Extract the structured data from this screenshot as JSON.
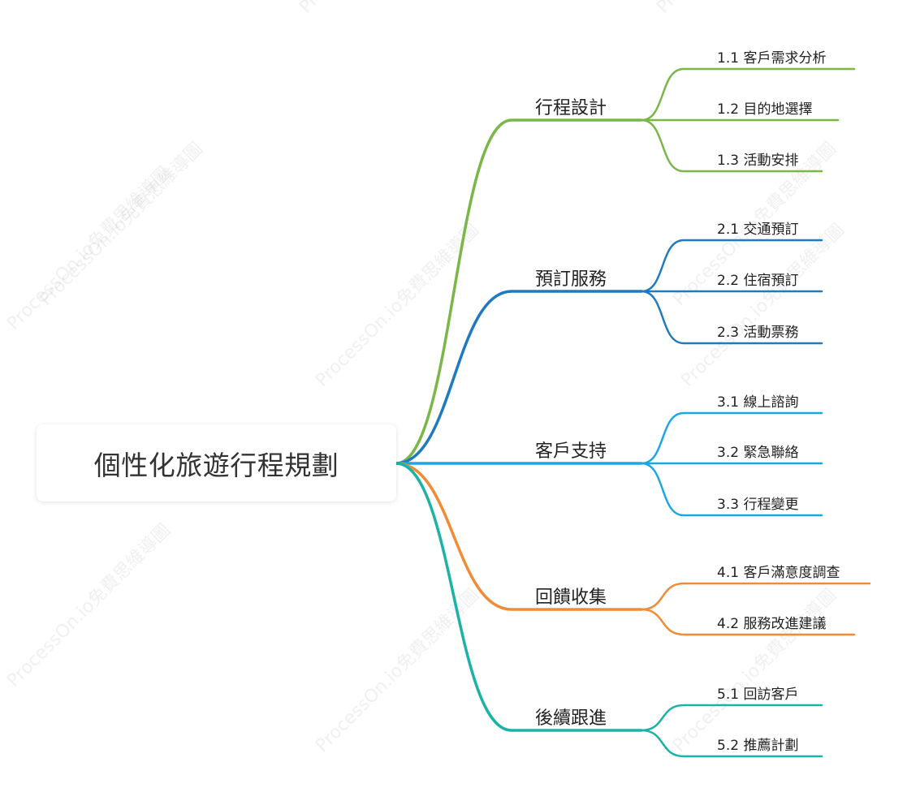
{
  "root": {
    "label": "個性化旅遊行程規劃"
  },
  "watermark": {
    "text": "ProcessOn.io免費思維導圖"
  },
  "branches": [
    {
      "label": "行程設計",
      "color": "#7ab648",
      "children": [
        {
          "label": "1.1 客戶需求分析"
        },
        {
          "label": "1.2 目的地選擇"
        },
        {
          "label": "1.3 活動安排"
        }
      ]
    },
    {
      "label": "預訂服務",
      "color": "#1f7bbf",
      "children": [
        {
          "label": "2.1 交通預訂"
        },
        {
          "label": "2.2 住宿預訂"
        },
        {
          "label": "2.3 活動票務"
        }
      ]
    },
    {
      "label": "客戶支持",
      "color": "#1aa7e8",
      "children": [
        {
          "label": "3.1 線上諮詢"
        },
        {
          "label": "3.2 緊急聯絡"
        },
        {
          "label": "3.3 行程變更"
        }
      ]
    },
    {
      "label": "回饋收集",
      "color": "#f28b35",
      "children": [
        {
          "label": "4.1 客戶滿意度調查"
        },
        {
          "label": "4.2 服務改進建議"
        }
      ]
    },
    {
      "label": "後續跟進",
      "color": "#1bb3a5",
      "children": [
        {
          "label": "5.1 回訪客戶"
        },
        {
          "label": "5.2 推薦計劃"
        }
      ]
    }
  ]
}
